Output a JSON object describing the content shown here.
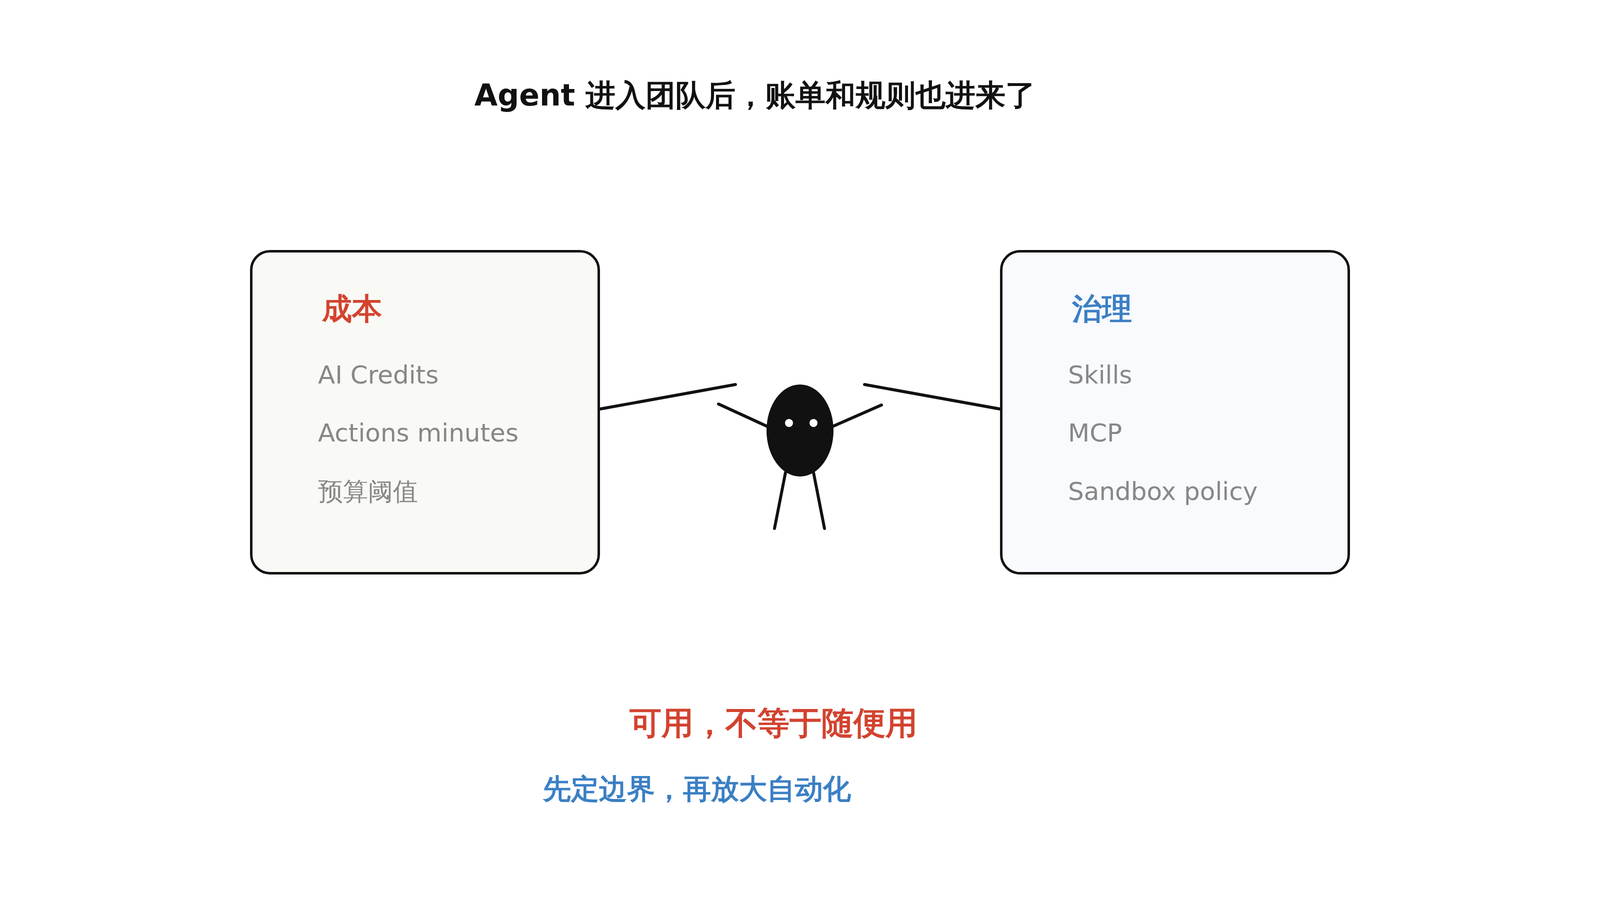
{
  "diagram": {
    "title": "Agent 进入团队后，账单和规则也进来了",
    "nodes": [
      {
        "text": [
          "成本",
          "AI Credits",
          "Actions minutes",
          "预算阈值"
        ]
      },
      {
        "text": [
          "治理",
          "Skills",
          "MCP",
          "Sandbox policy"
        ]
      }
    ],
    "labels": [
      "可用，不等于随便用",
      "先定边界，再放大自动化"
    ]
  }
}
